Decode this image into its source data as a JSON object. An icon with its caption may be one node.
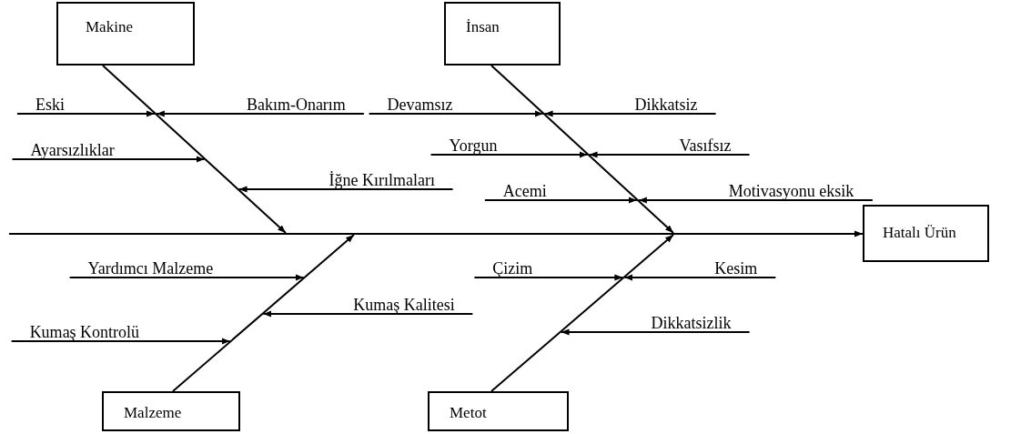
{
  "diagram": {
    "nodes": [
      {
        "text": [
          "Makine"
        ]
      },
      {
        "text": [
          "İnsan"
        ]
      },
      {
        "text": [
          "Hatalı Ürün"
        ]
      },
      {
        "text": [
          "Malzeme"
        ]
      },
      {
        "text": [
          "Metot"
        ]
      },
      {
        "text": [
          "Eski"
        ]
      },
      {
        "text": [
          "Bakım-Onarım"
        ]
      },
      {
        "text": [
          "Ayarsızlıklar"
        ]
      },
      {
        "text": [
          "İğne Kırılmaları"
        ]
      },
      {
        "text": [
          "Devamsız"
        ]
      },
      {
        "text": [
          "Dikkatsiz"
        ]
      },
      {
        "text": [
          "Yorgun"
        ]
      },
      {
        "text": [
          "Vasıfsız"
        ]
      },
      {
        "text": [
          "Acemi"
        ]
      },
      {
        "text": [
          "Motivasyonu eksik"
        ]
      },
      {
        "text": [
          "Yardımcı Malzeme"
        ]
      },
      {
        "text": [
          "Kumaş Kalitesi"
        ]
      },
      {
        "text": [
          "Kumaş Kontrolü"
        ]
      },
      {
        "text": [
          "Çizim"
        ]
      },
      {
        "text": [
          "Kesim"
        ]
      },
      {
        "text": [
          "Dikkatsizlik"
        ]
      }
    ],
    "edges": [
      {
        "from": null,
        "to": 2,
        "arrow": "to"
      },
      {
        "from": 0,
        "to": null,
        "arrow": "to"
      },
      {
        "from": 1,
        "to": null,
        "arrow": "to"
      },
      {
        "from": 3,
        "to": null,
        "arrow": "to"
      },
      {
        "from": 4,
        "to": null,
        "arrow": "to"
      },
      {
        "from": 5,
        "to": null,
        "arrow": "to"
      },
      {
        "from": 6,
        "to": null,
        "arrow": "to"
      },
      {
        "from": 7,
        "to": null,
        "arrow": "to"
      },
      {
        "from": 8,
        "to": null,
        "arrow": "to"
      },
      {
        "from": 9,
        "to": null,
        "arrow": "to"
      },
      {
        "from": 10,
        "to": null,
        "arrow": "to"
      },
      {
        "from": 11,
        "to": null,
        "arrow": "to"
      },
      {
        "from": 12,
        "to": null,
        "arrow": "to"
      },
      {
        "from": 13,
        "to": null,
        "arrow": "to"
      },
      {
        "from": 14,
        "to": null,
        "arrow": "to"
      },
      {
        "from": 15,
        "to": null,
        "arrow": "to"
      },
      {
        "from": 16,
        "to": null,
        "arrow": "to"
      },
      {
        "from": 17,
        "to": null,
        "arrow": "to"
      },
      {
        "from": 18,
        "to": null,
        "arrow": "to"
      },
      {
        "from": 19,
        "to": null,
        "arrow": "to"
      },
      {
        "from": 20,
        "to": null,
        "arrow": "to"
      }
    ]
  }
}
